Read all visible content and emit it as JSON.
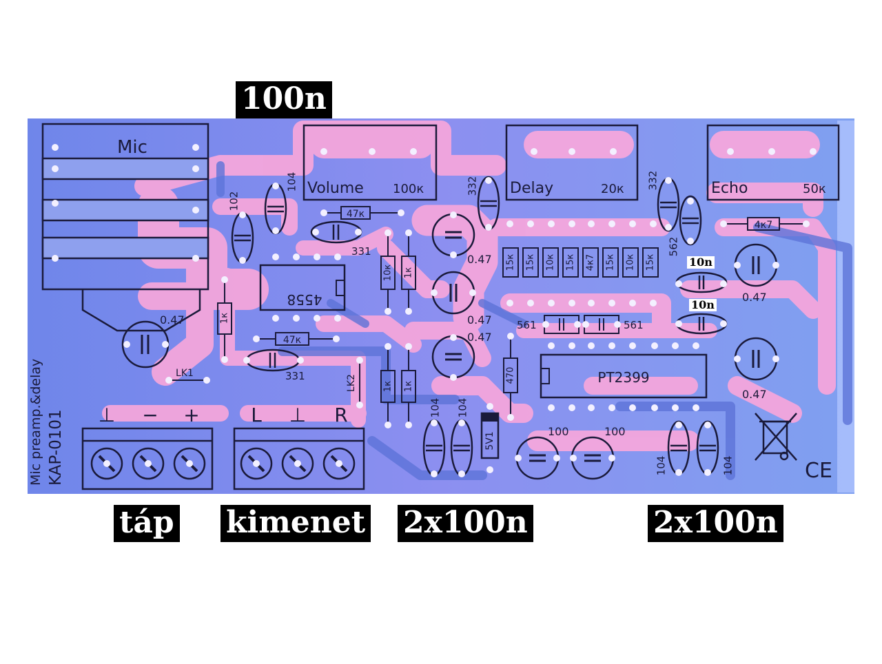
{
  "annotations": {
    "top_cap": "100n",
    "tap": "táp",
    "kimenet": "kimenet",
    "bottom_mid": "2x100n",
    "bottom_right": "2x100n",
    "c10n_a": "10n",
    "c10n_b": "10n"
  },
  "board": {
    "title_line1": "Mic preamp.&delay",
    "title_line2": "KAP-0101",
    "mic_label": "Mic",
    "pots": {
      "volume": {
        "name": "Volume",
        "value": "100к"
      },
      "delay": {
        "name": "Delay",
        "value": "20к"
      },
      "echo": {
        "name": "Echo",
        "value": "50к"
      }
    },
    "chips": {
      "opamp": "4558",
      "delay_ic": "PT2399"
    },
    "links": {
      "lk1": "LK1",
      "lk2": "LK2"
    },
    "diode": "5V1",
    "power_terminals": [
      "⊥",
      "−",
      "+"
    ],
    "output_terminals": [
      "L",
      "⊥",
      "R"
    ],
    "resistors": {
      "r47k_top": "47к",
      "r47k_bot": "47к",
      "r1k_left": "1к",
      "r10k": "10к",
      "r1k_a": "1к",
      "r1k_b": "1к",
      "r1k_c": "1к",
      "r4k7_right": "4к7",
      "r470": "470",
      "bank": [
        "15к",
        "15к",
        "10к",
        "15к",
        "4к7",
        "15к",
        "10к",
        "15к"
      ]
    },
    "caps": {
      "c102": "102",
      "c104_top": "104",
      "c331_top": "331",
      "c331_bot": "331",
      "c332_a": "332",
      "c332_b": "332",
      "c562": "562",
      "c561_a": "561",
      "c561_b": "561",
      "c104_bl1": "104",
      "c104_bl2": "104",
      "c104_br1": "104",
      "c104_br2": "104"
    },
    "elcaps": {
      "e047_left": "0.47",
      "e047_mid1": "0.47",
      "e047_mid2": "0.47",
      "e047_mid3": "0.47",
      "e047_r1": "0.47",
      "e047_r2": "0.47",
      "e100_a": "100",
      "e100_b": "100"
    },
    "ce_mark": "CE"
  }
}
